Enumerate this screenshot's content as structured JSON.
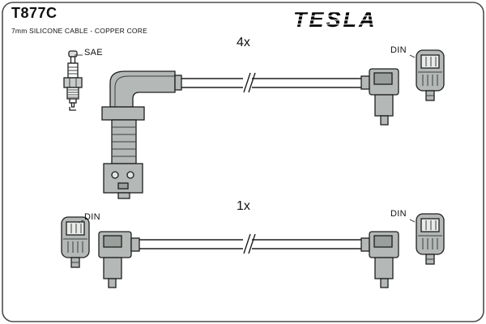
{
  "header": {
    "title": "T877C",
    "subtitle": "7mm SILICONE CABLE - COPPER CORE",
    "brand": "TESLA"
  },
  "diagram": {
    "top": {
      "quantity": "4x",
      "left_label": "SAE",
      "right_label": "DIN"
    },
    "bottom": {
      "quantity": "1x",
      "left_label": "DIN",
      "right_label": "DIN"
    }
  },
  "colors": {
    "connector_gray": "#b4b8b6",
    "connector_dark": "#999f9b",
    "inner_light": "#e9ebe9",
    "outline": "#1e1e1e",
    "border": "#4d4d4d"
  }
}
